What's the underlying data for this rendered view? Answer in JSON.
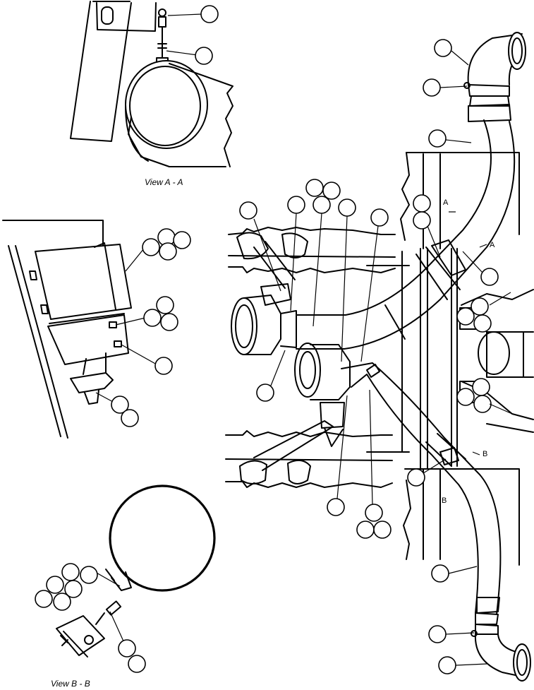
{
  "views": {
    "view_aa": "View A - A",
    "view_bb": "View B - B"
  },
  "section_marks": {
    "a_top": "A",
    "a_side": "A",
    "b_top": "B",
    "b_side": "B"
  },
  "colors": {
    "ink": "#000000",
    "paper": "#ffffff"
  }
}
